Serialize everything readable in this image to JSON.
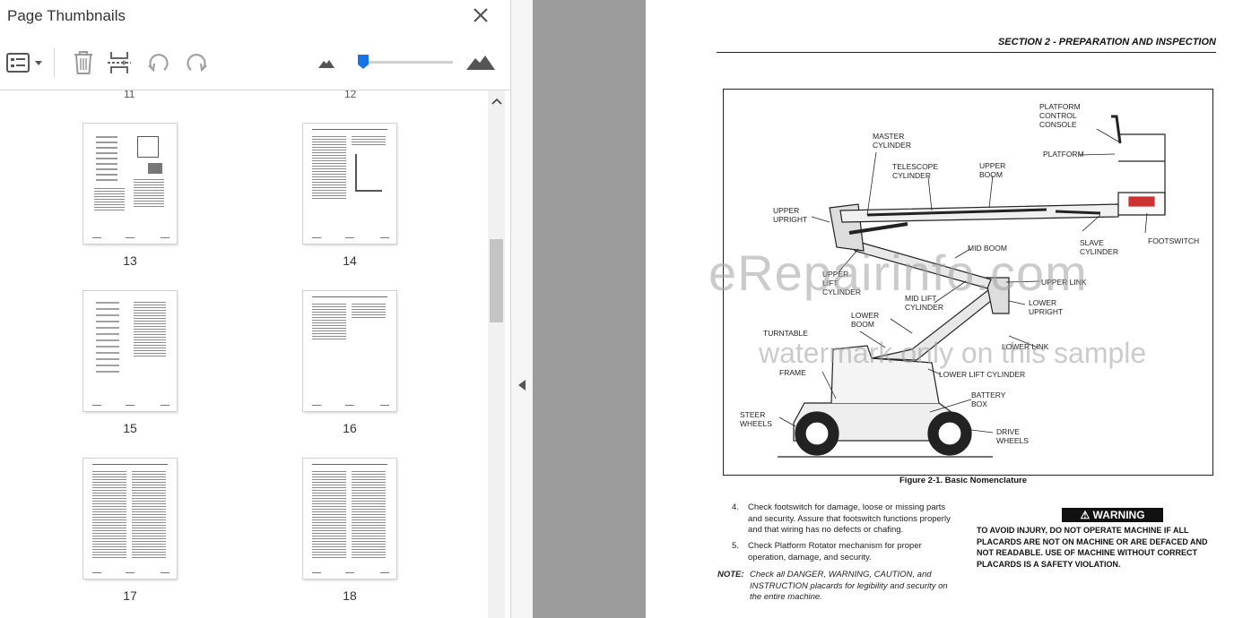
{
  "panel": {
    "title": "Page Thumbnails",
    "close_icon": "close-icon",
    "toolbar": {
      "options_icon": "thumbnail-options-icon",
      "delete_icon": "trash-icon",
      "extract_icon": "extract-pages-icon",
      "rotate_ccw_icon": "rotate-counterclockwise-icon",
      "rotate_cw_icon": "rotate-clockwise-icon",
      "zoom_out_icon": "small-mountain-icon",
      "zoom_in_icon": "large-mountain-icon",
      "zoom_level": 0.05
    },
    "thumbnails": [
      {
        "page": "13"
      },
      {
        "page": "14"
      },
      {
        "page": "15"
      },
      {
        "page": "16"
      },
      {
        "page": "17"
      },
      {
        "page": "18"
      }
    ],
    "cut_off_labels": [
      "11",
      "12"
    ]
  },
  "document": {
    "section_header": "SECTION 2 - PREPARATION AND INSPECTION",
    "figure_labels": {
      "platform_control_console": "PLATFORM\nCONTROL\nCONSOLE",
      "platform": "PLATFORM",
      "master_cylinder": "MASTER\nCYLINDER",
      "telescope_cylinder": "TELESCOPE\nCYLINDER",
      "upper_boom": "UPPER\nBOOM",
      "upper_upright": "UPPER\nUPRIGHT",
      "footswitch": "FOOTSWITCH",
      "slave_cylinder": "SLAVE\nCYLINDER",
      "mid_boom": "MID BOOM",
      "upper_lift_cylinder": "UPPER\nLIFT\nCYLINDER",
      "upper_link": "UPPER LINK",
      "mid_lift_cylinder": "MID LIFT\nCYLINDER",
      "lower_upright": "LOWER\nUPRIGHT",
      "lower_boom": "LOWER\nBOOM",
      "turntable": "TURNTABLE",
      "lower_link": "LOWER LINK",
      "frame": "FRAME",
      "lower_lift_cylinder": "LOWER LIFT CYLINDER",
      "battery_box": "BATTERY\nBOX",
      "steer_wheels": "STEER\nWHEELS",
      "drive_wheels": "DRIVE\nWHEELS"
    },
    "watermark_line1": "eRepairinfo.com",
    "watermark_line2": "watermark only on this sample",
    "figure_caption": "Figure 2-1.  Basic Nomenclature",
    "steps": [
      {
        "num": "4.",
        "text": "Check footswitch for damage, loose or missing parts and security. Assure that footswitch functions properly and that wiring has no defects or chafing."
      },
      {
        "num": "5.",
        "text": "Check Platform Rotator mechanism for proper operation, damage, and security."
      }
    ],
    "note_label": "NOTE:",
    "note_text": "Check all DANGER, WARNING, CAUTION, and INSTRUCTION placards for legibility and security on the entire machine.",
    "warning_label": "WARNING",
    "warning_text": "TO AVOID INJURY, DO NOT OPERATE MACHINE IF ALL PLACARDS ARE NOT ON MACHINE OR ARE DEFACED AND NOT READABLE. USE OF MACHINE WITHOUT CORRECT PLACARDS IS A SAFETY VIOLATION."
  }
}
